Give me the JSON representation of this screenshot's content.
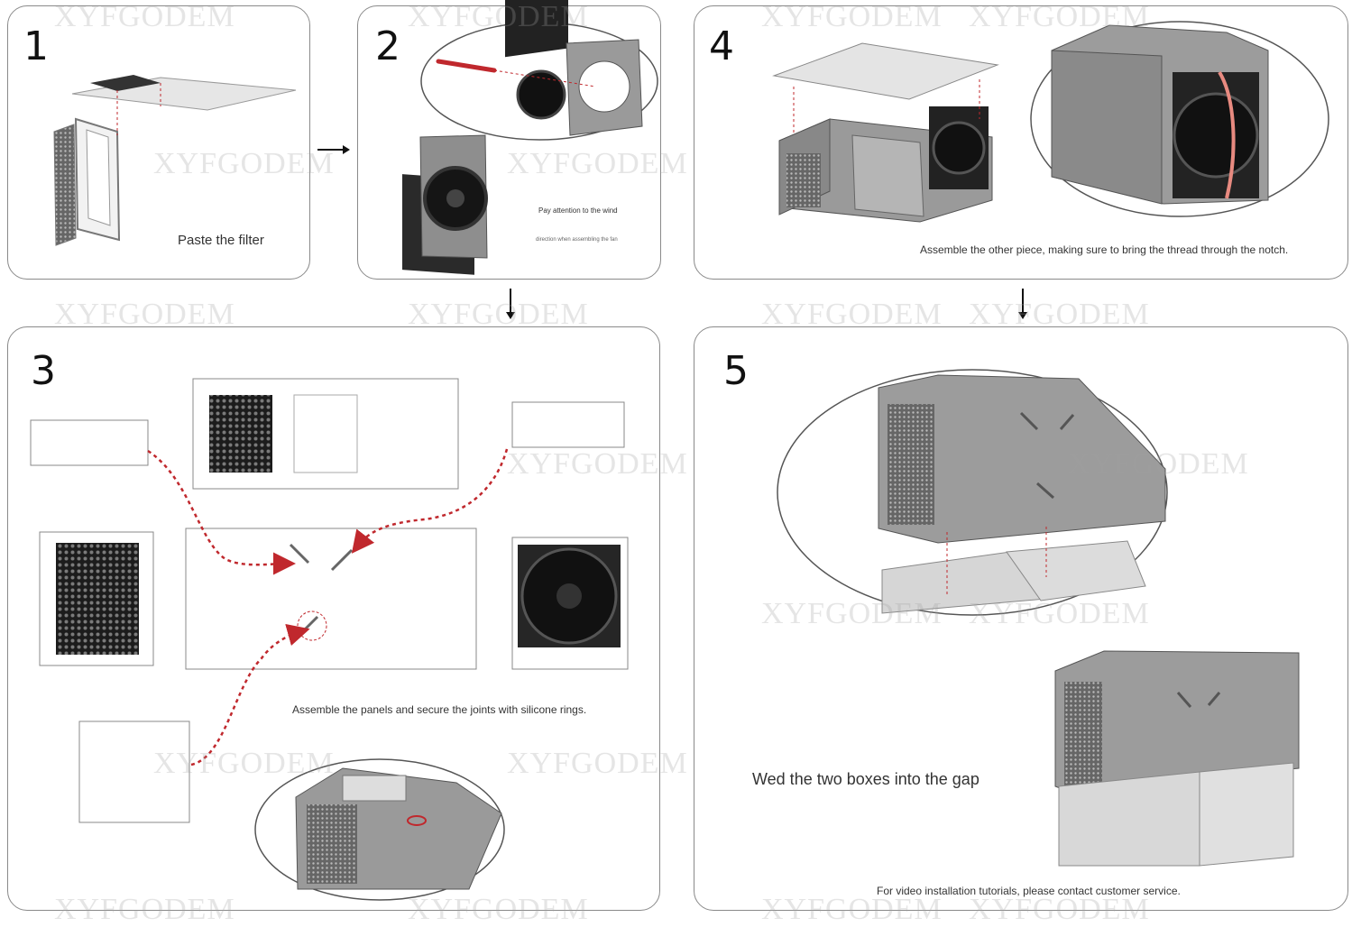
{
  "watermark": "XYFGODEM",
  "colors": {
    "accent_red": "#c0282d",
    "panel_gray": "#8e8e8e",
    "border": "#8a8a8a"
  },
  "steps": {
    "s1": {
      "number": "1",
      "caption": "Paste the filter"
    },
    "s2": {
      "number": "2",
      "caption_line1": "Pay attention to the wind",
      "caption_line2": "direction when assembling the fan"
    },
    "s3": {
      "number": "3",
      "caption": "Assemble the panels and secure the joints with silicone rings."
    },
    "s4": {
      "number": "4",
      "caption": "Assemble the other piece, making sure to bring the thread through the notch."
    },
    "s5": {
      "number": "5",
      "caption": "Wed the two boxes into the gap",
      "footer": "For video installation tutorials, please contact customer service."
    }
  },
  "flow_arrows": [
    "right-arrow",
    "down-arrow",
    "down-arrow"
  ]
}
